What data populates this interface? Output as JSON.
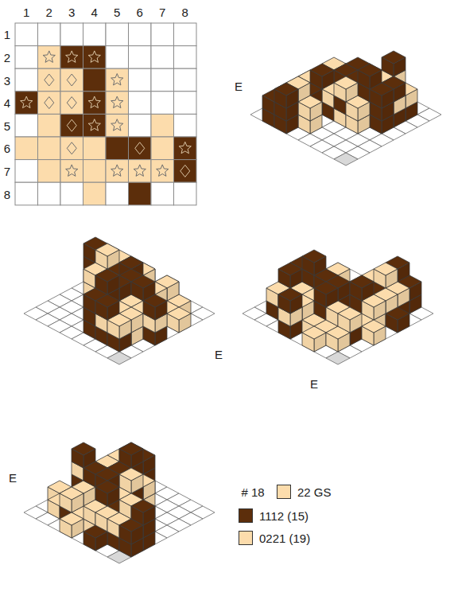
{
  "diagram": {
    "labels": [
      "1",
      "2",
      "3",
      "4",
      "5",
      "6",
      "7",
      "8",
      "1",
      "2",
      "3",
      "4",
      "5",
      "6",
      "7",
      "8",
      "E",
      "E",
      "E",
      "E",
      "# 18"
    ],
    "legend": [
      {
        "text": "22 GS",
        "color": "#fcdcac"
      },
      {
        "text": "1112 (15)",
        "color": "#5c2e0b"
      },
      {
        "text": "0221 (19)",
        "color": "#fcdcac"
      }
    ]
  }
}
